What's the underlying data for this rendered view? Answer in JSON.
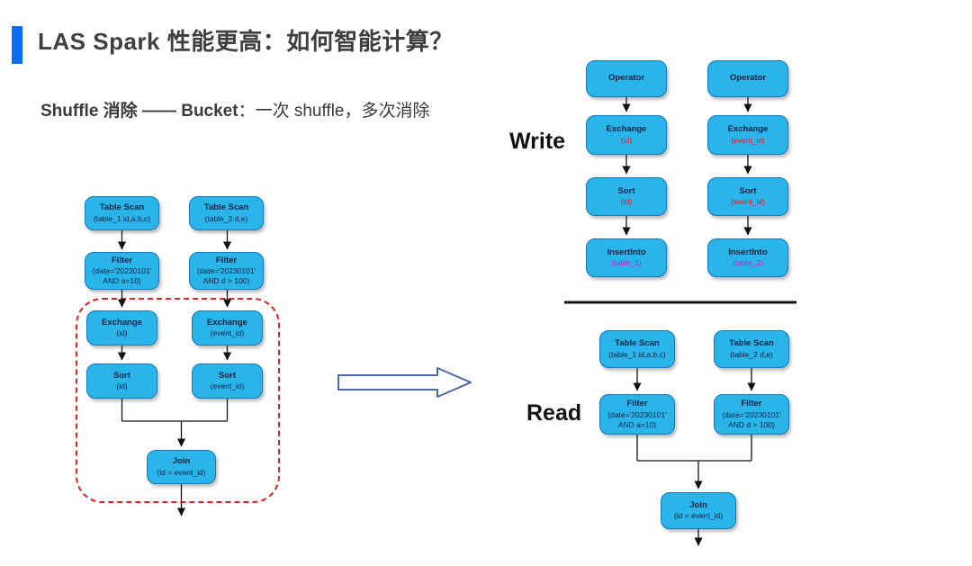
{
  "slide": {
    "title": "LAS Spark 性能更高：如何智能计算？",
    "subtitle": {
      "bold": "Shuffle 消除 —— Bucket",
      "rest": "：一次 shuffle，多次消除"
    }
  },
  "colors": {
    "accent_bar": "#0b6cf4",
    "node_fill": "#29b4ea",
    "node_border": "#1577be",
    "node_text": "#0a2240",
    "highlight_red": "#f01818",
    "highlight_magenta": "#c81ec8",
    "dashed_outline_red": "#e02222",
    "transform_arrow_outline": "#4a6aa5"
  },
  "left_plan": {
    "col1": {
      "table_scan": {
        "title": "Table Scan",
        "sub": "(table_1 id,a,b,c)"
      },
      "filter": {
        "title": "Filter",
        "sub": "(date='20230101' AND a=10)"
      },
      "exchange": {
        "title": "Exchange",
        "sub": "(id)"
      },
      "sort": {
        "title": "Sort",
        "sub": "(id)"
      }
    },
    "col2": {
      "table_scan": {
        "title": "Table Scan",
        "sub": "(table_2 d,e)"
      },
      "filter": {
        "title": "Filter",
        "sub": "(date='20230101' AND d > 100)"
      },
      "exchange": {
        "title": "Exchange",
        "sub": "(event_id)"
      },
      "sort": {
        "title": "Sort",
        "sub": "(event_id)"
      }
    },
    "join": {
      "title": "Join",
      "sub": "(id = event_id)"
    }
  },
  "write_section": {
    "label": "Write",
    "col1": {
      "operator": {
        "title": "Operator"
      },
      "exchange": {
        "title": "Exchange",
        "sub": "(id)"
      },
      "sort": {
        "title": "Sort",
        "sub": "(id)"
      },
      "insert_into": {
        "title": "InsertInto",
        "sub": "(table_1)"
      }
    },
    "col2": {
      "operator": {
        "title": "Operator"
      },
      "exchange": {
        "title": "Exchange",
        "sub": "(event_id)"
      },
      "sort": {
        "title": "Sort",
        "sub": "(event_id)"
      },
      "insert_into": {
        "title": "InsertInto",
        "sub": "(table_2)"
      }
    }
  },
  "read_section": {
    "label": "Read",
    "col1": {
      "table_scan": {
        "title": "Table Scan",
        "sub": "(table_1 id,a,b,c)"
      },
      "filter": {
        "title": "Filter",
        "sub": "(date='20230101' AND a=10)"
      }
    },
    "col2": {
      "table_scan": {
        "title": "Table Scan",
        "sub": "(table_2 d,e)"
      },
      "filter": {
        "title": "Filter",
        "sub": "(date='20230101' AND d > 100)"
      }
    },
    "join": {
      "title": "Join",
      "sub": "(id = event_id)"
    }
  }
}
